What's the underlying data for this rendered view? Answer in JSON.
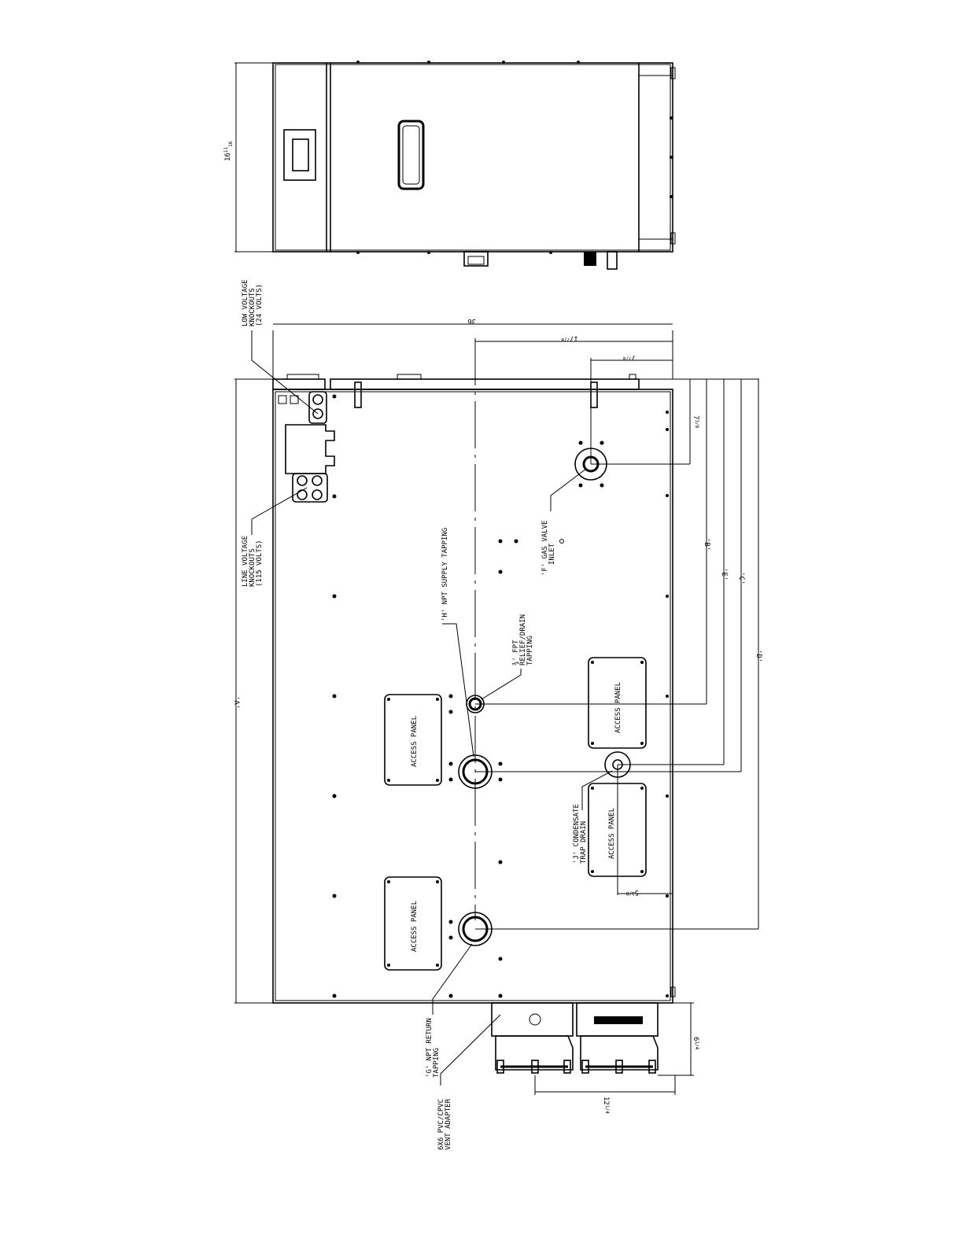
{
  "labels": {
    "low_voltage": [
      "LOW VOLTAGE",
      "KNOCKOUTS",
      "(24 VOLTS)"
    ],
    "line_voltage": [
      "LINE VOLTAGE",
      "KNOCKOUTS",
      "(115 VOLTS)"
    ],
    "h_supply": "'H' NPT SUPPLY TAPPING",
    "relief": [
      "¾' FPT",
      "RELIEF/DRAIN",
      "TAPPING"
    ],
    "gas_valve": [
      "'F' GAS VALVE",
      "INLET"
    ],
    "condensate": [
      "'J' CONDENSATE",
      "TRAP DRAIN"
    ],
    "g_return": [
      "'G' NPT RETURN",
      "TAPPING"
    ],
    "vent_adapter": [
      "6X6 PVC/CPVC",
      "VENT ADAPTER"
    ],
    "access_panel": "ACCESS PANEL"
  },
  "dimensions": {
    "a": "'A'",
    "b": "'B'",
    "c": "'C'",
    "d": "'D'",
    "e": "'E'",
    "width": "36",
    "depth": "16",
    "depth_frac_num": "11",
    "depth_frac_den": "16",
    "supply_offset": "17",
    "supply_offset_frac": "7/8",
    "gas_offset": "7",
    "gas_offset_frac": "7/8",
    "gas_inset": "7",
    "gas_inset_frac": "3/8",
    "cond_inset": "5",
    "cond_inset_frac": "1/8",
    "vent_proj": "6",
    "vent_proj_frac": "1/4",
    "vent_width": "12",
    "vent_width_frac": "1/4"
  }
}
